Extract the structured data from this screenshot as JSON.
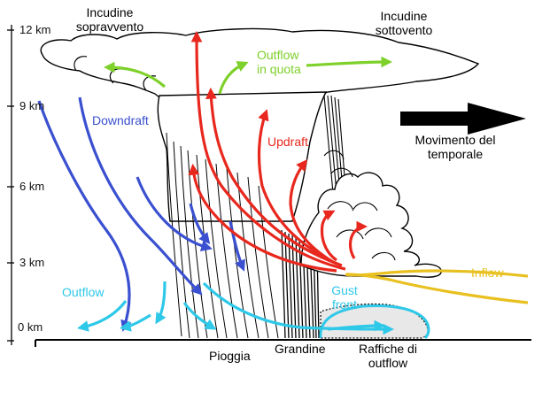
{
  "altitudes": [
    "12 km",
    "9 km",
    "6 km",
    "3 km",
    "0 km"
  ],
  "labels": {
    "anvil_upwind": [
      "Incudine",
      "sopravvento"
    ],
    "anvil_downwind": [
      "Incudine",
      "sottovento"
    ],
    "outflow_top": [
      "Outflow",
      "in quota"
    ],
    "downdraft": "Downdraft",
    "updraft": "Updraft",
    "storm_motion": [
      "Movimento del",
      "temporale"
    ],
    "inflow": "Inflow",
    "outflow_low": "Outflow",
    "gust_front": [
      "Gust",
      "front"
    ],
    "rain": "Pioggia",
    "hail": "Grandine",
    "gusts": [
      "Raffiche di",
      "outflow"
    ]
  },
  "colors": {
    "downdraft": "#3a50d0",
    "outflow": "#2ec8e8",
    "updraft": "#e8281e",
    "outflow_top": "#7ed02a",
    "inflow": "#e8c020",
    "arrow": "#000000"
  }
}
